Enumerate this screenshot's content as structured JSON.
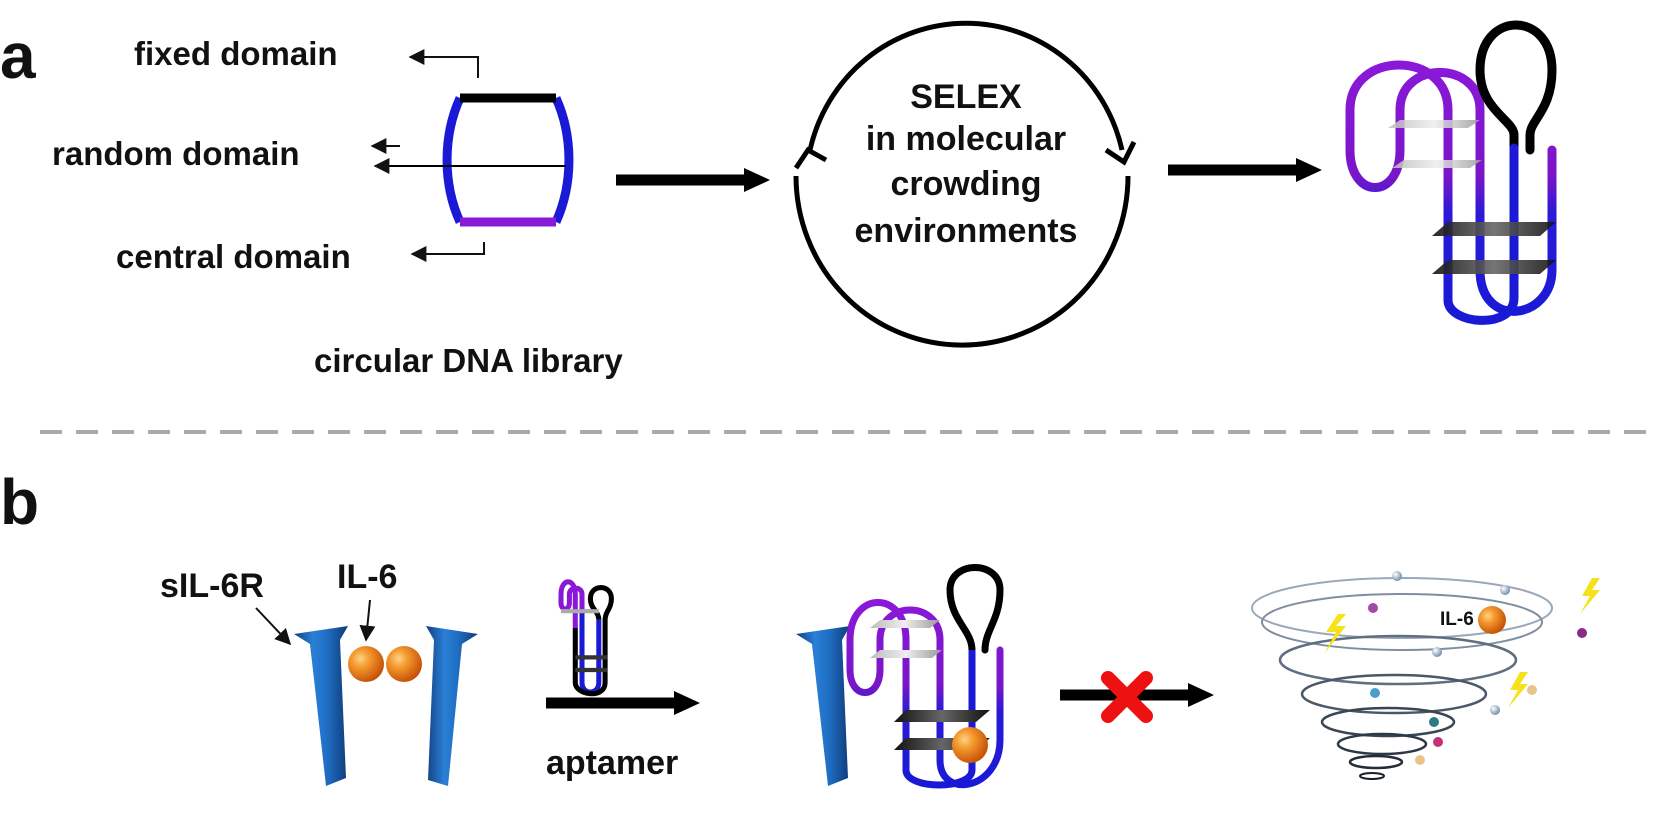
{
  "panels": {
    "a": {
      "letter": "a",
      "library_labels": {
        "fixed": "fixed domain",
        "random": "random domain",
        "central": "central domain",
        "library": "circular DNA library"
      },
      "selex_lines": [
        "SELEX",
        "in molecular",
        "crowding",
        "environments"
      ]
    },
    "b": {
      "letter": "b",
      "receptor_label": "sIL-6R",
      "cytokine_label": "IL-6",
      "arrow_label": "aptamer",
      "vortex_label": "IL-6"
    }
  },
  "colors": {
    "blue_strand": "#1a1ad6",
    "purple_strand": "#8a18d8",
    "black_strand": "#000000",
    "receptor_blue": "#1f6fc4",
    "il6_orange": "#f07a12",
    "block_x": "#ee1111",
    "divider": "#aaaaaa",
    "lightning": "#f5e21a"
  },
  "icons": [
    "cross-mark-icon",
    "lightning-icon",
    "arrow-icon"
  ]
}
